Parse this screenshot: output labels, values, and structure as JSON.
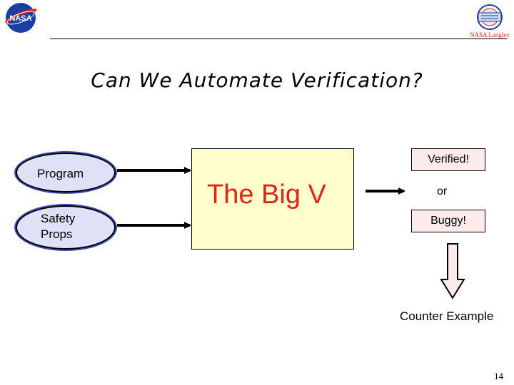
{
  "slide": {
    "title": "Can We Automate Verification?",
    "page_number": "14"
  },
  "logos": {
    "left": {
      "text": "NASA",
      "icon": "nasa-meatball-logo-icon"
    },
    "right": {
      "text": "NASA Langley",
      "icon": "nasa-langley-seal-icon"
    }
  },
  "inputs": {
    "program": "Program",
    "safety_line1": "Safety",
    "safety_line2": "Props"
  },
  "verifier": {
    "label": "The Big V"
  },
  "outputs": {
    "verified": "Verified!",
    "or": "or",
    "buggy": "Buggy!",
    "counter_example": "Counter Example"
  },
  "colors": {
    "oval_fill": "#dfe2f6",
    "oval_ring": "#3b4fb0",
    "box_fill": "#ffffcc",
    "big_v_text": "#e2231a",
    "result_fill": "#fdeaea"
  }
}
